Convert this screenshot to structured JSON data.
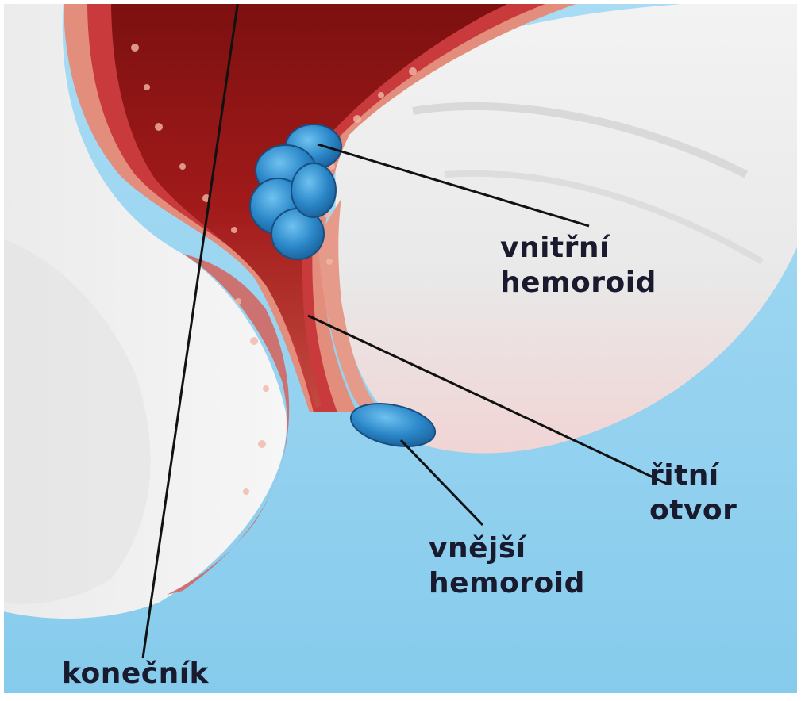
{
  "labels": {
    "internal_hemorrhoid": [
      "vnitřní",
      "hemoroid"
    ],
    "anus": [
      "řitní",
      "otvor"
    ],
    "external_hemorrhoid": [
      "vnější",
      "hemoroid"
    ],
    "rectum": "konečník"
  },
  "colors": {
    "background_sky": "#8fd0ee",
    "skin": "#eeeeee",
    "tissue_red": "#c9353a",
    "tissue_pink": "#e5907f",
    "lumen_dark": "#8e1717",
    "hemorrhoid_blue": "#2a86c8",
    "leader_line": "#111111"
  }
}
